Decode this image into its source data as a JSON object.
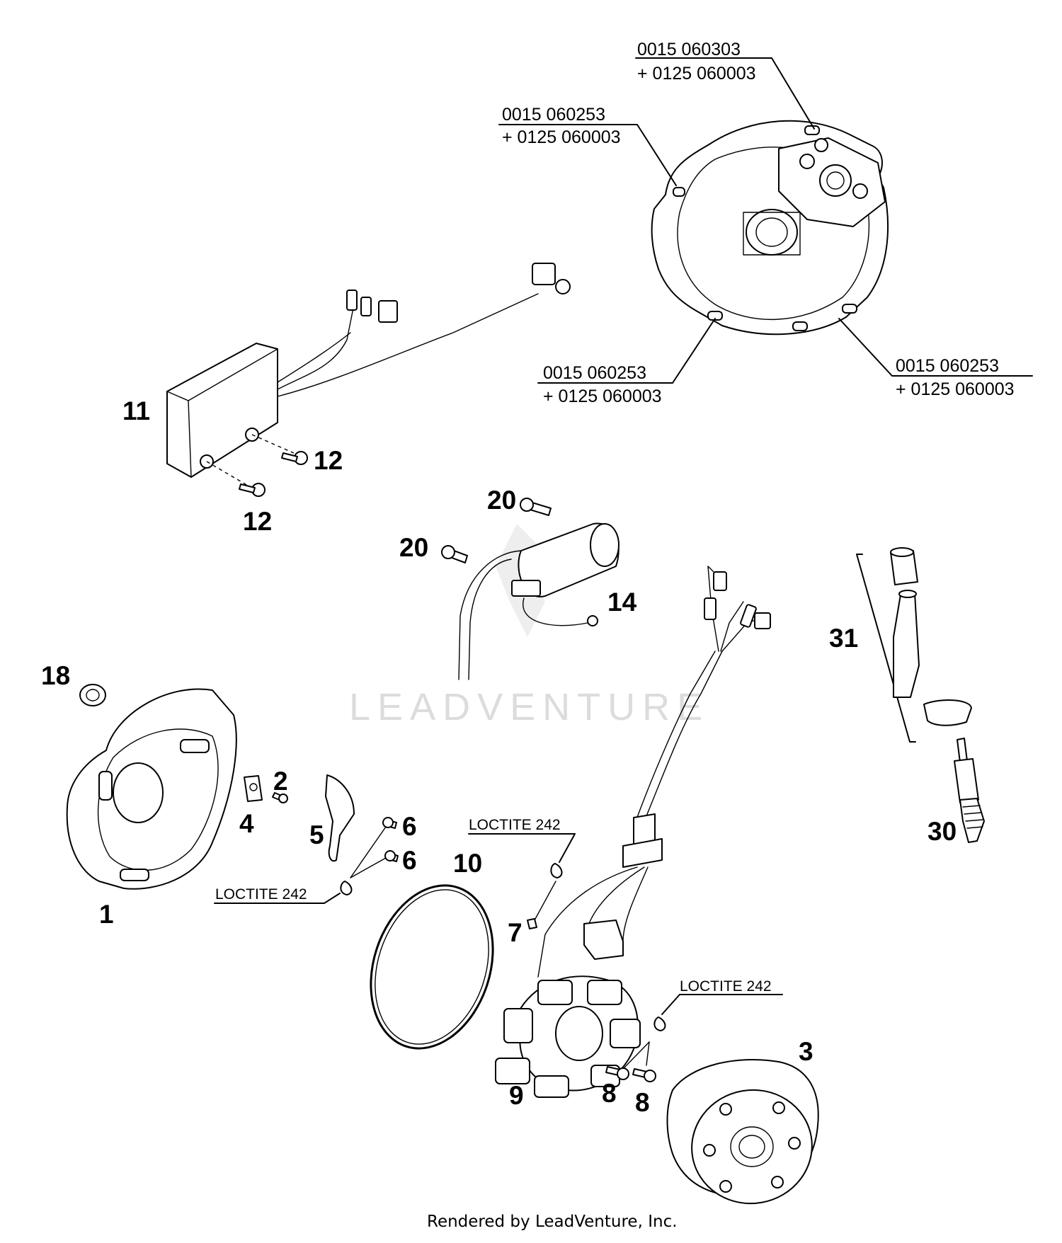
{
  "watermark": "LEADVENTURE",
  "footer": "Rendered by LeadVenture, Inc.",
  "callouts": {
    "c1": "1",
    "c2": "2",
    "c3": "3",
    "c4": "4",
    "c5": "5",
    "c6a": "6",
    "c6b": "6",
    "c7": "7",
    "c8a": "8",
    "c8b": "8",
    "c9": "9",
    "c10": "10",
    "c11": "11",
    "c12a": "12",
    "c12b": "12",
    "c14": "14",
    "c18": "18",
    "c20a": "20",
    "c20b": "20",
    "c30": "30",
    "c31": "31"
  },
  "part_numbers": {
    "top": {
      "line1": "0015 060303",
      "line2": "+ 0125 060003"
    },
    "left": {
      "line1": "0015 060253",
      "line2": "+ 0125 060003"
    },
    "bottom_left": {
      "line1": "0015 060253",
      "line2": "+ 0125 060003"
    },
    "bottom_right": {
      "line1": "0015 060253",
      "line2": "+ 0125 060003"
    }
  },
  "notes": {
    "loctite_a": "LOCTITE 242",
    "loctite_b": "LOCTITE 242",
    "loctite_c": "LOCTITE 242"
  }
}
